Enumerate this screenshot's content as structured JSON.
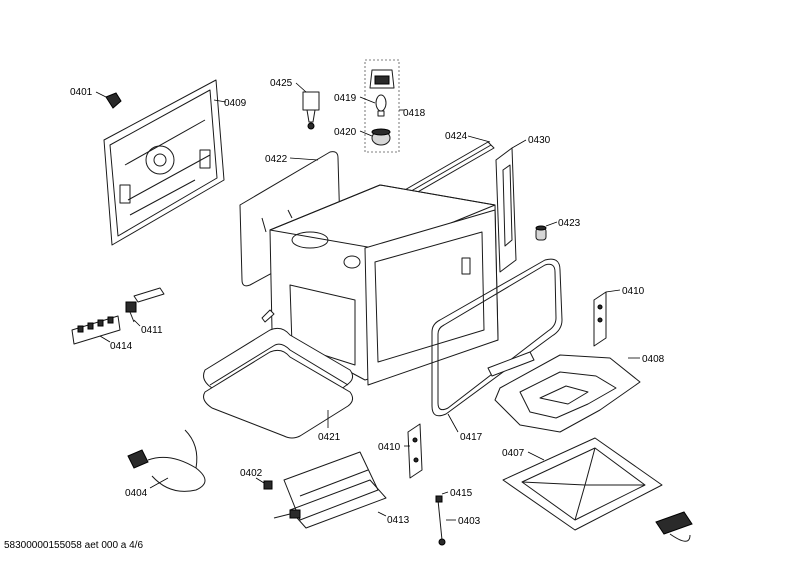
{
  "diagram": {
    "part_labels": {
      "p0401": "0401",
      "p0409": "0409",
      "p0425": "0425",
      "p0419": "0419",
      "p0418": "0418",
      "p0420": "0420",
      "p0424": "0424",
      "p0430": "0430",
      "p0422": "0422",
      "p0423": "0423",
      "p0410a": "0410",
      "p0411": "0411",
      "p0414": "0414",
      "p0408": "0408",
      "p0421": "0421",
      "p0410b": "0410",
      "p0417": "0417",
      "p0407": "0407",
      "p0404": "0404",
      "p0402": "0402",
      "p0413": "0413",
      "p0415": "0415",
      "p0403": "0403"
    },
    "footer": "58300000155058 aet 000 a 4/6"
  }
}
